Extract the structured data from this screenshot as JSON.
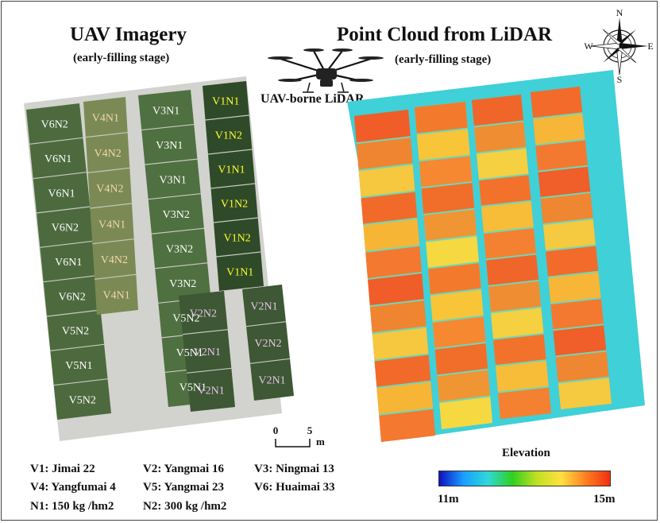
{
  "left_panel": {
    "title": "UAV Imagery",
    "subtitle": "(early-filling stage)",
    "columns": [
      {
        "labels": [
          "V6N2",
          "V6N1",
          "V6N1",
          "V6N2",
          "V6N1",
          "V6N2",
          "V5N2",
          "V5N1",
          "V5N2"
        ],
        "color": "#ffffff"
      },
      {
        "labels": [
          "V4N1",
          "V4N2",
          "V4N2",
          "V4N1",
          "V4N2",
          "V4N1"
        ],
        "color": "#f2d9a6"
      },
      {
        "labels": [
          "V3N1",
          "V3N1",
          "V3N1",
          "V3N2",
          "V3N2",
          "V3N2",
          "V5N2",
          "V5N1",
          "V5N1"
        ],
        "color": "#ffffff"
      },
      {
        "labels": [
          "V1N1",
          "V1N2",
          "V1N1",
          "V1N2",
          "V1N2",
          "V1N1"
        ],
        "color": "#ffff33"
      },
      {
        "labels": [
          "V2N2",
          "V2N1",
          "V2N1"
        ],
        "color": "#e6c6ea"
      },
      {
        "labels": [
          "V2N1",
          "V2N2",
          "V2N1"
        ],
        "color": "#e6c6ea"
      }
    ],
    "scale_bar": {
      "min": "0",
      "max": "5",
      "unit": "m"
    }
  },
  "right_panel": {
    "title": "Point Cloud from LiDAR",
    "subtitle": "(early-filling stage)",
    "drone_label": "UAV-borne LiDAR"
  },
  "compass": {
    "n": "N",
    "s": "S",
    "e": "E",
    "w": "W"
  },
  "legend": {
    "line1": [
      "V1: Jimai 22",
      "V2: Yangmai 16",
      "V3: Ningmai 13"
    ],
    "line2": [
      "V4: Yangfumai 4",
      "V5: Yangmai 23",
      "V6: Huaimai 33"
    ],
    "line3": [
      "N1: 150 kg /hm2",
      "N2: 300 kg /hm2"
    ]
  },
  "elevation": {
    "title": "Elevation",
    "min_label": "11m",
    "max_label": "15m",
    "colors": [
      "#1010c0",
      "#18a0ff",
      "#30d8d8",
      "#30d020",
      "#c0e020",
      "#ffe040",
      "#ff8020",
      "#f03010"
    ]
  }
}
